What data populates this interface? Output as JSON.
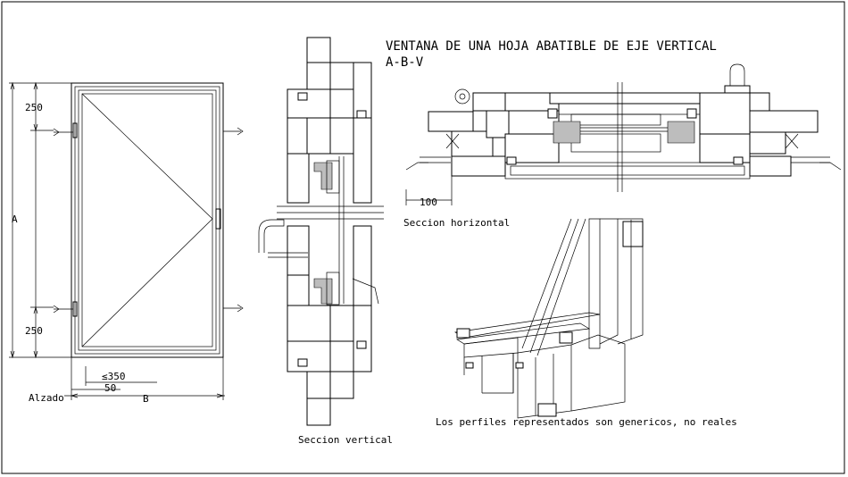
{
  "title": {
    "line1": "VENTANA DE UNA HOJA ABATIBLE DE EJE VERTICAL",
    "line2": "A-B-V"
  },
  "elevation": {
    "caption": "Alzado",
    "dim_top": "250",
    "dim_bottom": "250",
    "dim_height": "A",
    "dim_width": "B",
    "dim_350": "350",
    "dim_50": "50"
  },
  "vertical_section": {
    "caption": "Seccion vertical"
  },
  "horizontal_section": {
    "caption": "Seccion horizontal",
    "dim_100": "100"
  },
  "perspective": {
    "note": "Los perfiles representados son genericos, no reales"
  }
}
